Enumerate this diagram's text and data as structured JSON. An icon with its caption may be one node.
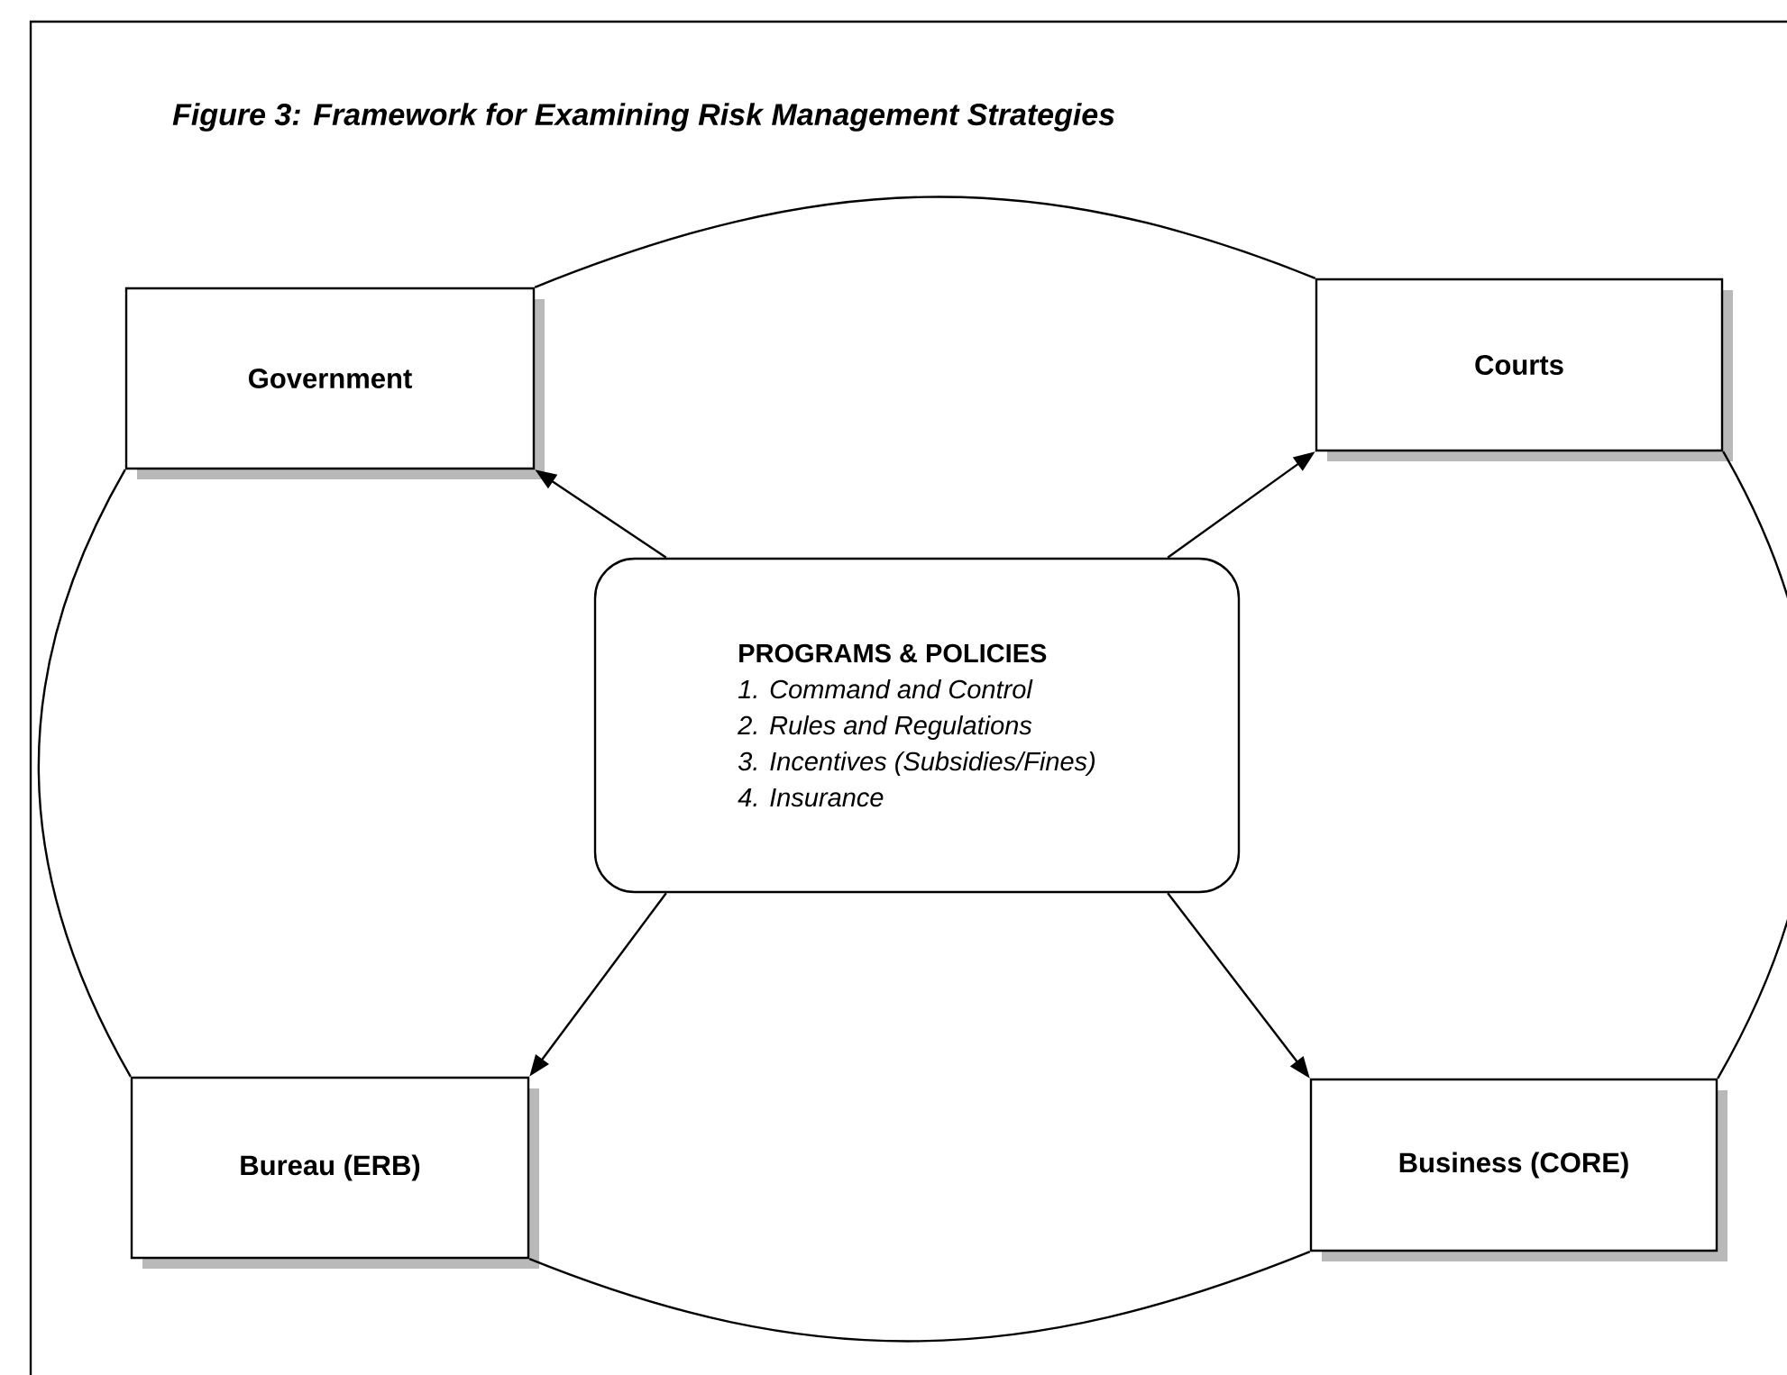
{
  "diagram": {
    "title": "Figure 3:  Framework for Examining Risk Management Strategies",
    "nodes": [
      {
        "text": [
          "Government"
        ]
      },
      {
        "text": [
          "Courts"
        ]
      },
      {
        "text": [
          "PROGRAMS & POLICIES",
          "1.  Command and Control",
          "2.  Rules and Regulations",
          "3.  Incentives (Subsidies/Fines)",
          "4.  Insurance"
        ]
      },
      {
        "text": [
          "Bureau (ERB)"
        ]
      },
      {
        "text": [
          "Business (CORE)"
        ]
      }
    ],
    "edges": [
      {
        "from": 2,
        "to": 0,
        "arrow": "to"
      },
      {
        "from": 2,
        "to": 1,
        "arrow": "to"
      },
      {
        "from": 2,
        "to": 3,
        "arrow": "to"
      },
      {
        "from": 2,
        "to": 4,
        "arrow": "to"
      },
      {
        "from": 0,
        "to": 1,
        "arrow": "none"
      },
      {
        "from": 1,
        "to": 4,
        "arrow": "none"
      },
      {
        "from": 3,
        "to": 4,
        "arrow": "none"
      },
      {
        "from": 0,
        "to": 3,
        "arrow": "none"
      }
    ]
  }
}
